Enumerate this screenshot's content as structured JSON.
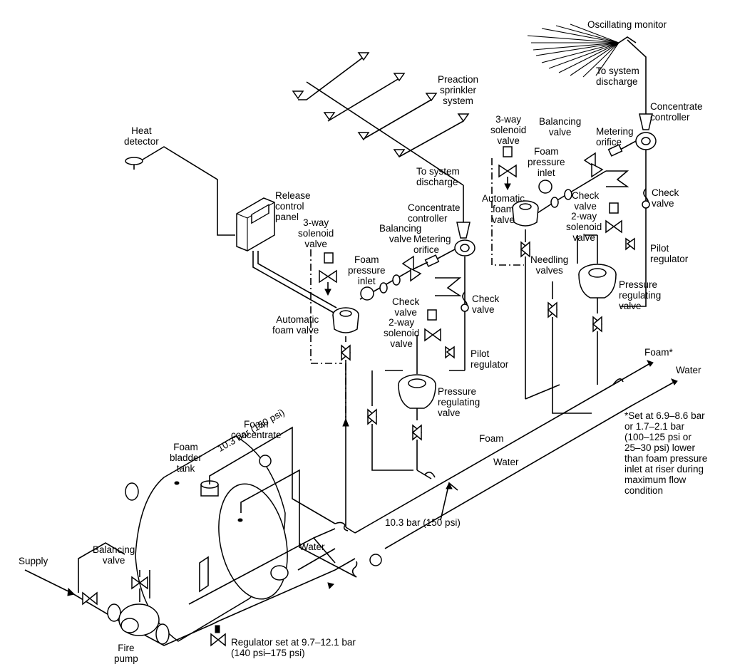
{
  "labels": {
    "oscillating_monitor": "Oscillating monitor",
    "to_system_discharge": "To system\ndischarge",
    "concentrate_controller": "Concentrate\ncontroller",
    "preaction_sprinkler_system": "Preaction\nsprinkler\nsystem",
    "heat_detector": "Heat\ndetector",
    "release_control_panel": "Release\ncontrol\npanel",
    "three_way_solenoid_valve": "3-way\nsolenoid\nvalve",
    "balancing_valve": "Balancing\nvalve",
    "metering_orifice": "Metering\norifice",
    "foam_pressure_inlet": "Foam\npressure\ninlet",
    "check_valve": "Check\nvalve",
    "automatic_foam_valve_left": "Automatic\nfoam valve",
    "automatic_foam_valve_right": "Automatic\nfoam\nvalve",
    "two_way_solenoid_valve": "2-way\nsolenoid\nvalve",
    "pilot_regulator": "Pilot\nregulator",
    "pressure_regulating_valve": "Pressure\nregulating\nvalve",
    "needling_valves": "Needling\nvalves",
    "foam_star": "Foam*",
    "water": "Water",
    "foam": "Foam",
    "footnote": "*Set at 6.9–8.6 bar\nor 1.7–2.1 bar\n(100–125 psi or\n25–30 psi) lower\nthan foam pressure\ninlet at riser during\nmaximum flow\ncondition",
    "foam_concentrate": "Foam\nconcentrate",
    "foam_bladder_tank": "Foam\nbladder\ntank",
    "pressure_10_3_bar": "10.3 bar (150 psi)",
    "supply": "Supply",
    "balancing_valve_lower": "Balancing\nvalve",
    "fire_pump": "Fire\npump",
    "regulator_set": "Regulator set at 9.7–12.1 bar\n(140 psi–175 psi)"
  }
}
